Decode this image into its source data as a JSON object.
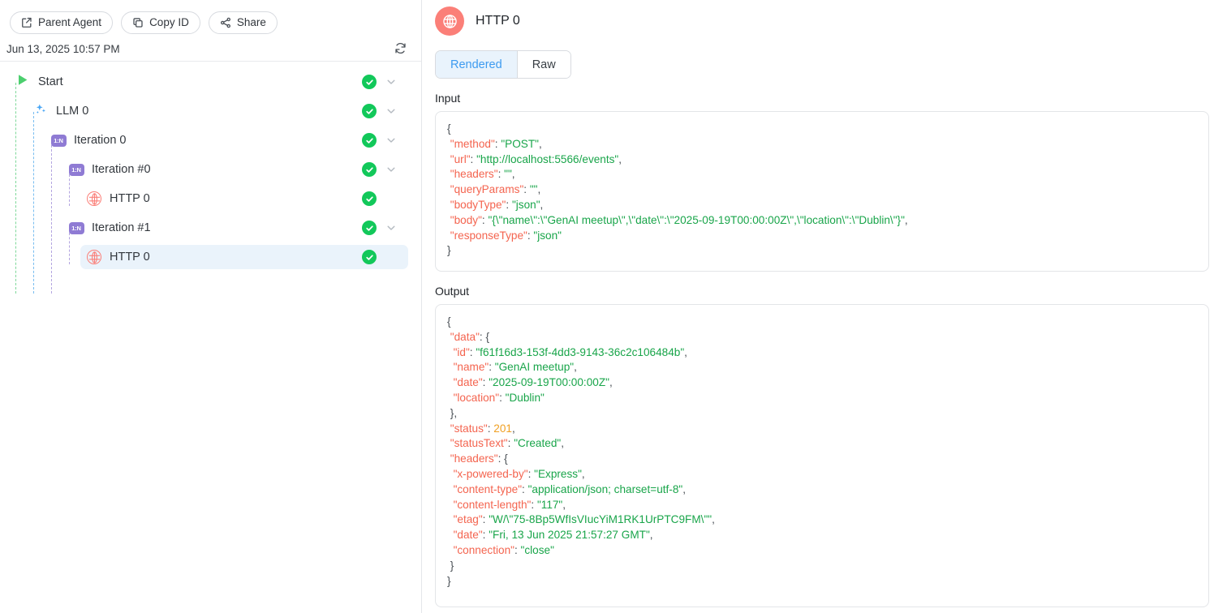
{
  "sidebar": {
    "toolbar": {
      "buttons": [
        {
          "label": "Parent Agent",
          "icon": "external-link-icon"
        },
        {
          "label": "Copy ID",
          "icon": "copy-icon"
        },
        {
          "label": "Share",
          "icon": "share-icon"
        }
      ]
    },
    "timestamp": "Jun 13, 2025 10:57 PM",
    "refresh_icon": "refresh-icon",
    "tree": [
      {
        "label": "Start",
        "icon": "play-icon",
        "depth": 0,
        "status": "success",
        "expandable": true,
        "selected": false
      },
      {
        "label": "LLM 0",
        "icon": "sparkles-icon",
        "depth": 1,
        "status": "success",
        "expandable": true,
        "selected": false
      },
      {
        "label": "Iteration 0",
        "icon": "one-to-n-badge",
        "depth": 2,
        "status": "success",
        "expandable": true,
        "selected": false
      },
      {
        "label": "Iteration #0",
        "icon": "one-to-n-badge",
        "depth": 3,
        "status": "success",
        "expandable": true,
        "selected": false
      },
      {
        "label": "HTTP 0",
        "icon": "globe-icon",
        "depth": 4,
        "status": "success",
        "expandable": false,
        "selected": false
      },
      {
        "label": "Iteration #1",
        "icon": "one-to-n-badge",
        "depth": 3,
        "status": "success",
        "expandable": true,
        "selected": false
      },
      {
        "label": "HTTP 0",
        "icon": "globe-icon",
        "depth": 4,
        "status": "success",
        "expandable": false,
        "selected": true
      }
    ],
    "badge_text": "1:N"
  },
  "detail": {
    "title": "HTTP 0",
    "icon": "globe-icon",
    "tabs": [
      {
        "label": "Rendered",
        "active": true
      },
      {
        "label": "Raw",
        "active": false
      }
    ],
    "input_label": "Input",
    "output_label": "Output",
    "input_json": {
      "method": "POST",
      "url": "http://localhost:5566/events",
      "headers": "",
      "queryParams": "",
      "bodyType": "json",
      "body": "{\"name\":\"GenAI meetup\",\"date\":\"2025-09-19T00:00:00Z\",\"location\":\"Dublin\"}",
      "responseType": "json"
    },
    "output_json": {
      "data": {
        "id": "f61f16d3-153f-4dd3-9143-36c2c106484b",
        "name": "GenAI meetup",
        "date": "2025-09-19T00:00:00Z",
        "location": "Dublin"
      },
      "status": 201,
      "statusText": "Created",
      "headers": {
        "x-powered-by": "Express",
        "content-type": "application/json; charset=utf-8",
        "content-length": "117",
        "etag": "W/\"75-8Bp5WfIsVIucYiM1RK1UrPTC9FM\"",
        "date": "Fri, 13 Jun 2025 21:57:27 GMT",
        "connection": "close"
      }
    }
  },
  "colors": {
    "success": "#12c85a",
    "http_accent": "#fb7f78",
    "iteration_accent": "#8f7bd4",
    "llm_accent": "#49a6f5",
    "start_accent": "#4ccf6e",
    "selected_row": "#eaf3fb",
    "json_key": "#f4644f",
    "json_string": "#19a54a",
    "json_number": "#f0a023"
  }
}
